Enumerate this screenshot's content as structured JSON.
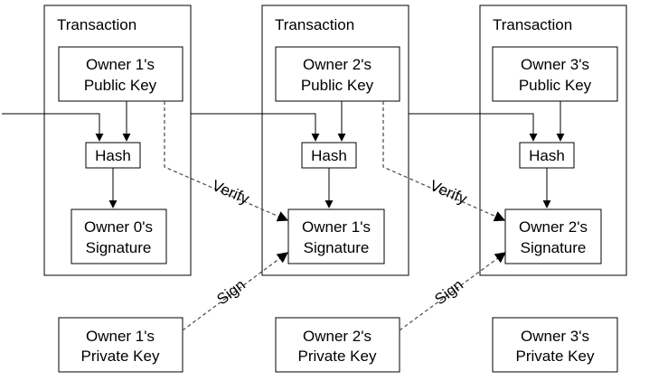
{
  "transactions": [
    {
      "title": "Transaction",
      "public_key": [
        "Owner 1's",
        "Public Key"
      ],
      "hash": "Hash",
      "signature": [
        "Owner 0's",
        "Signature"
      ]
    },
    {
      "title": "Transaction",
      "public_key": [
        "Owner 2's",
        "Public Key"
      ],
      "hash": "Hash",
      "signature": [
        "Owner 1's",
        "Signature"
      ]
    },
    {
      "title": "Transaction",
      "public_key": [
        "Owner 3's",
        "Public Key"
      ],
      "hash": "Hash",
      "signature": [
        "Owner 2's",
        "Signature"
      ]
    }
  ],
  "private_keys": [
    [
      "Owner 1's",
      "Private Key"
    ],
    [
      "Owner 2's",
      "Private Key"
    ],
    [
      "Owner 3's",
      "Private Key"
    ]
  ],
  "labels": {
    "verify": "Verify",
    "sign": "Sign"
  }
}
